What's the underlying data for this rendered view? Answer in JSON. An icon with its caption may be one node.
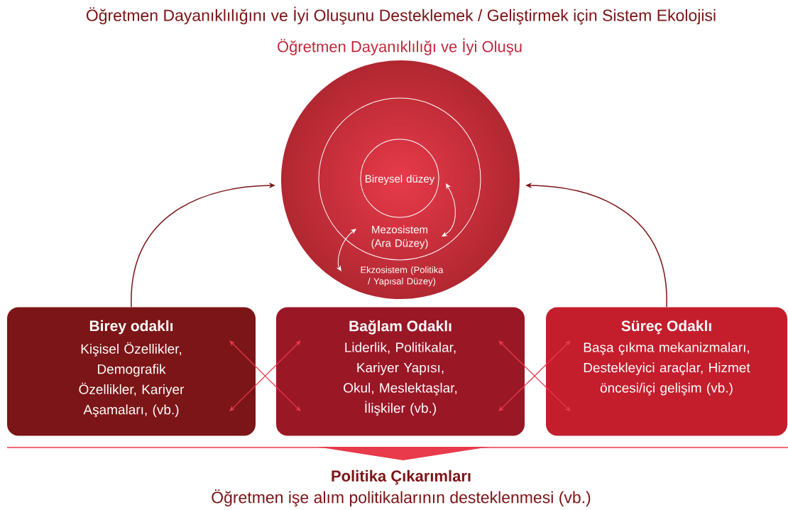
{
  "diagram": {
    "title": "Öğretmen Dayanıklılığını ve İyi Oluşunu Desteklemek / Geliştirmek için Sistem Ekolojisi",
    "nodes": [
      {
        "text": [
          "Öğretmen Dayanıklılığı ve İyi Oluşu",
          "Ekzosistem (Politika / Yapısal Düzey)"
        ]
      },
      {
        "text": [
          "Mezosistem (Ara Düzey)"
        ],
        "in": 0
      },
      {
        "text": [
          "Bireysel düzey"
        ],
        "in": 1
      },
      {
        "text": [
          "Birey odaklı",
          "Kişisel Özellikler, Demografik Özellikler, Kariyer Aşamaları, (vb.)"
        ]
      },
      {
        "text": [
          "Bağlam Odaklı",
          "Liderlik, Politikalar, Kariyer Yapısı, Okul, Meslektaşlar, İlişkiler (vb.)"
        ]
      },
      {
        "text": [
          "Süreç Odaklı",
          "Başa çıkma mekanizmaları, Destekleyici araçlar, Hizmet öncesi/içi gelişim (vb.)"
        ]
      }
    ],
    "edges": [
      {
        "from": 3,
        "to": 0,
        "arrow": "to",
        "color": "#7c1517"
      },
      {
        "from": 5,
        "to": 0,
        "arrow": "to",
        "color": "#7c1517"
      },
      {
        "from": 2,
        "to": 1,
        "arrow": "both",
        "color": "#ffffff"
      },
      {
        "from": 1,
        "to": 0,
        "arrow": "both",
        "color": "#ffffff"
      },
      {
        "from": 3,
        "to": 4,
        "arrow": "both",
        "color": "#e83a4a"
      },
      {
        "from": 3,
        "to": 4,
        "arrow": "both",
        "color": "#e83a4a"
      },
      {
        "from": 4,
        "to": 5,
        "arrow": "both",
        "color": "#e83a4a"
      },
      {
        "from": 4,
        "to": 5,
        "arrow": "both",
        "color": "#e83a4a"
      }
    ],
    "labels": [
      "Politika Çıkarımları",
      "Öğretmen işe alım politikalarının desteklenmesi (vb.)"
    ]
  }
}
